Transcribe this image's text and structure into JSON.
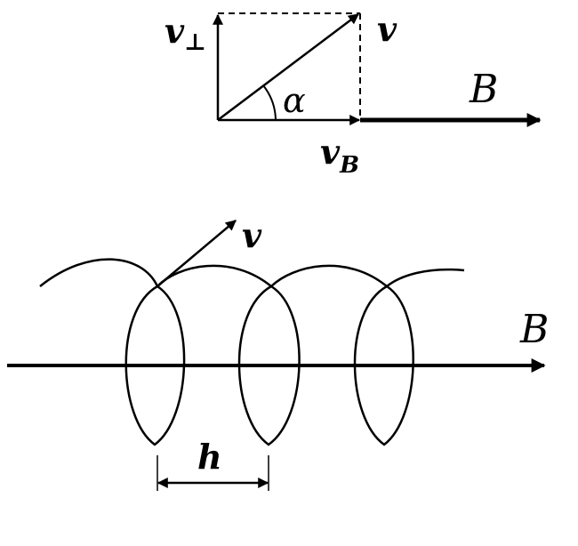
{
  "vector_diagram": {
    "velocity_label": "v",
    "perp_label_base": "v",
    "perp_label_sub": "⊥",
    "angle_label": "α",
    "parallel_label_base": "v",
    "parallel_label_sub": "B",
    "field_label": "B"
  },
  "helix_diagram": {
    "velocity_label": "v",
    "field_label": "B",
    "pitch_label": "h"
  },
  "colors": {
    "ink": "#000000",
    "background": "#ffffff"
  }
}
